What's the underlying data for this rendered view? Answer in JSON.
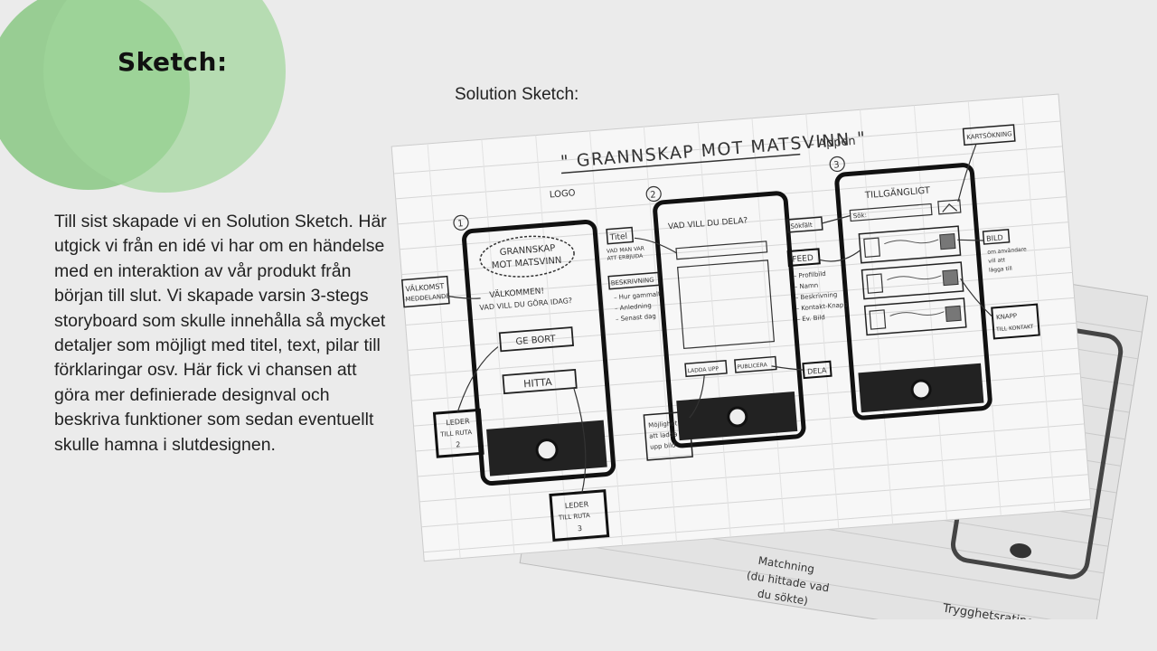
{
  "slide": {
    "title": "Sketch:",
    "body": "Till sist skapade vi en Solution Sketch. Här utgick vi från en idé vi har om en händelse med en interaktion av vår produkt från början till slut. Vi skapade varsin 3-stegs storyboard som skulle innehålla så mycket detaljer som möjligt med titel, text, pilar till förklaringar osv. Här fick vi chansen att göra mer definierade designval och beskriva funktioner som sedan eventuellt skulle hamna i slutdesignen.",
    "sketch_label": "Solution Sketch:"
  },
  "sketch": {
    "heading": "\" GRANNSKAP MOT MATSVINN \"",
    "heading_suffix": "– Appen",
    "screen1": {
      "step": "1",
      "logo_note": "LOGO",
      "logo_line1": "GRANNSKAP",
      "logo_line2": "MOT MATSVINN",
      "welcome": "VÄLKOMMEN!",
      "question": "VAD VILL DU GÖRA IDAG?",
      "button_give": "GE BORT",
      "button_find": "HITTA",
      "note_welcome_1": "VÄLKOMST",
      "note_welcome_2": "MEDDELANDE",
      "note_leads_a_1": "LEDER",
      "note_leads_a_2": "TILL RUTA",
      "note_leads_a_3": "2",
      "note_leads_b_1": "LEDER",
      "note_leads_b_2": "TILL RUTA",
      "note_leads_b_3": "3"
    },
    "screen2": {
      "step": "2",
      "title": "VAD VILL DU DELA?",
      "note_title": "Titel",
      "note_title_sub1": "VAD MAN VAR",
      "note_title_sub2": "ATT ERBJUDA",
      "note_desc": "BESKRIVNING",
      "desc_items": [
        "– Hur gammalt",
        "– Anledning",
        "– Senast dag"
      ],
      "button_upload": "LADDA UPP",
      "button_publish": "PUBLICERA",
      "note_share": "DELA",
      "note_photo_1": "Möjlighet",
      "note_photo_2": "att ladda",
      "note_photo_3": "upp bild"
    },
    "screen3": {
      "step": "3",
      "title": "TILLGÄNGLIGT",
      "search_label": "Sök:",
      "note_search": "Sökfält",
      "note_map": "KARTSÖKNING",
      "note_feed": "FEED",
      "feed_items": [
        "– Profilbild",
        "– Namn",
        "– Beskrivning",
        "– Kontakt-Knapp",
        "– Ev. Bild"
      ],
      "note_image_1": "BILD",
      "note_image_2": "om användare",
      "note_image_3": "vill att",
      "note_image_4": "lägga till",
      "note_button_1": "KNAPP",
      "note_button_2": "TILL KONTAKT"
    },
    "back_sheet": {
      "note_match_1": "Matchning",
      "note_match_2": "(du hittade vad",
      "note_match_3": "du sökte)",
      "note_rating": "Trygghetsrating"
    }
  }
}
